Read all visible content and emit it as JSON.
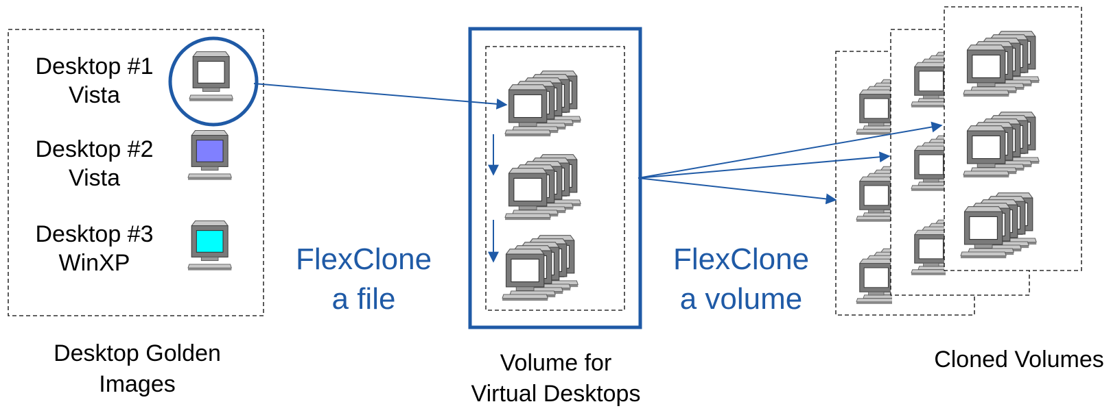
{
  "colors": {
    "accent": "#1f5aa6",
    "monitor_gray": "#7a7a7a",
    "monitor_light": "#c8c8c8",
    "screen_vista2": "#8080ff",
    "screen_winxp": "#00ffff"
  },
  "golden_images": {
    "caption_line1": "Desktop Golden",
    "caption_line2": "Images",
    "desktops": [
      {
        "name": "Desktop #1",
        "os": "Vista"
      },
      {
        "name": "Desktop #2",
        "os": "Vista"
      },
      {
        "name": "Desktop #3",
        "os": "WinXP"
      }
    ]
  },
  "flexclone_file": {
    "line1": "FlexClone",
    "line2": "a file"
  },
  "flexclone_volume": {
    "line1": "FlexClone",
    "line2": "a volume"
  },
  "volume": {
    "caption_line1": "Volume for",
    "caption_line2": "Virtual Desktops"
  },
  "cloned": {
    "caption": "Cloned Volumes"
  },
  "icons": {
    "monitor": "computer-monitor-icon"
  }
}
